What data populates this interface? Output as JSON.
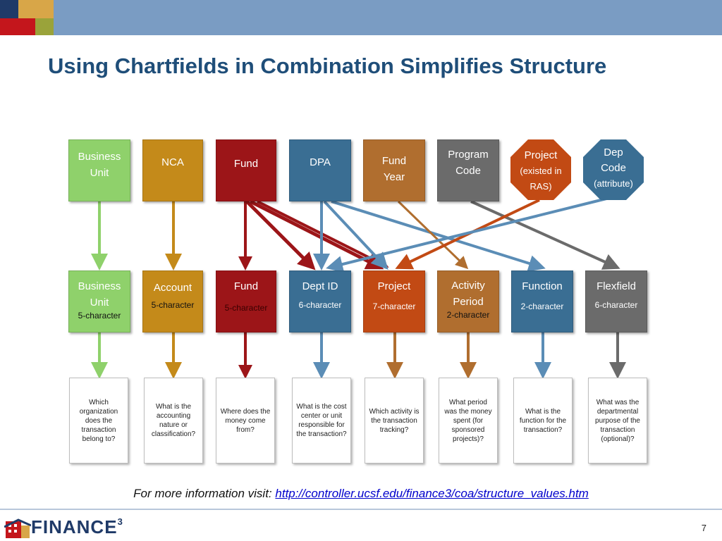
{
  "slide": {
    "title": "Using Chartfields in Combination Simplifies Structure",
    "page_number": "7"
  },
  "colors": {
    "green": "#8fd16b",
    "gold": "#c48a1a",
    "red": "#9c1518",
    "blue": "#3a6e93",
    "tan": "#b06e2f",
    "gray": "#6b6b6b",
    "orange": "#c24a14"
  },
  "top_row": [
    {
      "label": "Business Unit",
      "sub": ""
    },
    {
      "label": "NCA",
      "sub": ""
    },
    {
      "label": "Fund",
      "sub": ""
    },
    {
      "label": "DPA",
      "sub": ""
    },
    {
      "label": "Fund Year",
      "sub": ""
    },
    {
      "label": "Program Code",
      "sub": ""
    },
    {
      "label": "Project",
      "sub": "(existed in RAS)"
    },
    {
      "label": "Dep Code",
      "sub": "(attribute)"
    }
  ],
  "middle_row": [
    {
      "label": "Business Unit",
      "sub": "5-character"
    },
    {
      "label": "Account",
      "sub": "5-character"
    },
    {
      "label": "Fund",
      "sub": "5-character"
    },
    {
      "label": "Dept ID",
      "sub": "6-character"
    },
    {
      "label": "Project",
      "sub": "7-character"
    },
    {
      "label": "Activity Period",
      "sub": "2-character"
    },
    {
      "label": "Function",
      "sub": "2-character"
    },
    {
      "label": "Flexfield",
      "sub": "6-character"
    }
  ],
  "questions": [
    "Which organization does the transaction belong to?",
    "What is the accounting nature or classification?",
    "Where does the money come from?",
    "What is the cost center or unit responsible for the transaction?",
    "Which activity is the transaction tracking?",
    "What period was the money spent (for sponsored projects)?",
    "What is the function for the transaction?",
    "What was the departmental purpose of the transaction (optional)?"
  ],
  "footer": {
    "info_label": "For more information visit:",
    "link_text": "http://controller.ucsf.edu/finance3/coa/structure_values.htm",
    "logo_text": "FINANCE",
    "logo_sup": "3"
  }
}
